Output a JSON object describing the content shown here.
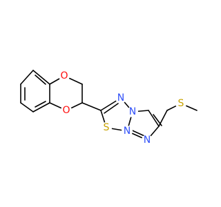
{
  "atoms": [
    {
      "id": "o1",
      "symbol": "O",
      "color": "#ff0d0d"
    },
    {
      "id": "o2",
      "symbol": "O",
      "color": "#ff0d0d"
    },
    {
      "id": "n1",
      "symbol": "N",
      "color": "#3050f8"
    },
    {
      "id": "n2",
      "symbol": "N",
      "color": "#3050f8"
    },
    {
      "id": "n3",
      "symbol": "N",
      "color": "#3050f8"
    },
    {
      "id": "n4",
      "symbol": "N",
      "color": "#3050f8"
    },
    {
      "id": "s1",
      "symbol": "S",
      "color": "#c8a200"
    },
    {
      "id": "s2",
      "symbol": "S",
      "color": "#c8a200"
    }
  ],
  "bond_color": "#000000",
  "background": "#ffffff"
}
